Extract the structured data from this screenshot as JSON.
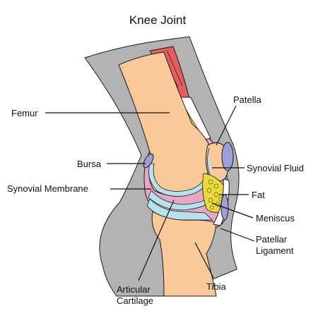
{
  "diagram": {
    "title": "Knee Joint",
    "labels": {
      "femur": "Femur",
      "patella": "Patella",
      "bursa": "Bursa",
      "synovial_fluid": "Synovial Fluid",
      "synovial_membrane": "Synovial Membrane",
      "fat": "Fat",
      "meniscus": "Meniscus",
      "patellar_ligament_1": "Patellar",
      "patellar_ligament_2": "Ligament",
      "articular_cartilage_1": "Articular",
      "articular_cartilage_2": "Cartilage",
      "tibia": "Tibia"
    },
    "colors": {
      "skin": "#b3b3b3",
      "bone": "#f9c99a",
      "muscle": "#e0605f",
      "cartilage": "#b6e2ee",
      "fat": "#e9db3f",
      "bursa": "#9e9ed8",
      "membrane": "#e4a8c4",
      "outline": "#1a1a1a",
      "line": "#111111"
    }
  }
}
